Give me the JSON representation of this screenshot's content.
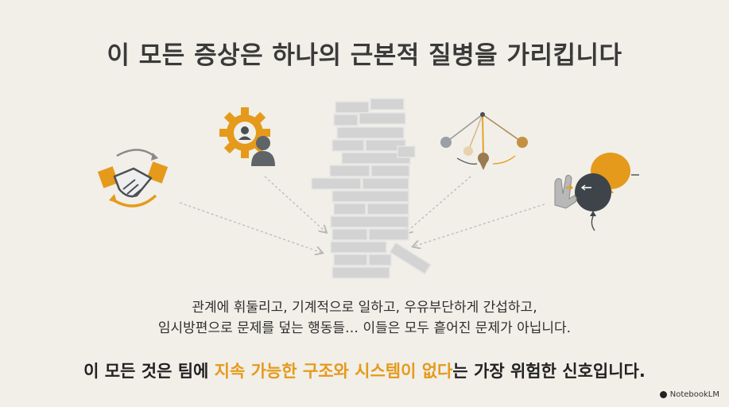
{
  "title": "이 모든 증상은 하나의 근본적 질병을 가리킵니다",
  "body_lines": [
    "관계에 휘둘리고, 기계적으로 일하고, 우유부단하게 간섭하고,",
    "임시방편으로 문제를 덮는 행동들… 이들은 모두  흩어진 문제가 아닙니다."
  ],
  "conclusion": {
    "part1": "이 모든 것은 팀에 ",
    "highlight": "지속 가능한 구조와 시스템이 없다",
    "part2": "는 가장 위험한 신호입니다."
  },
  "watermark": "NotebookLM",
  "icons": [
    "handshake-icon",
    "gear-person-icon",
    "pendulum-icon",
    "hand-balloon-icon",
    "jenga-tower-icon"
  ],
  "colors": {
    "accent": "#e59a1b",
    "dark": "#4a4f55",
    "background": "#f1efe8",
    "tower": "#cfcfcf"
  }
}
